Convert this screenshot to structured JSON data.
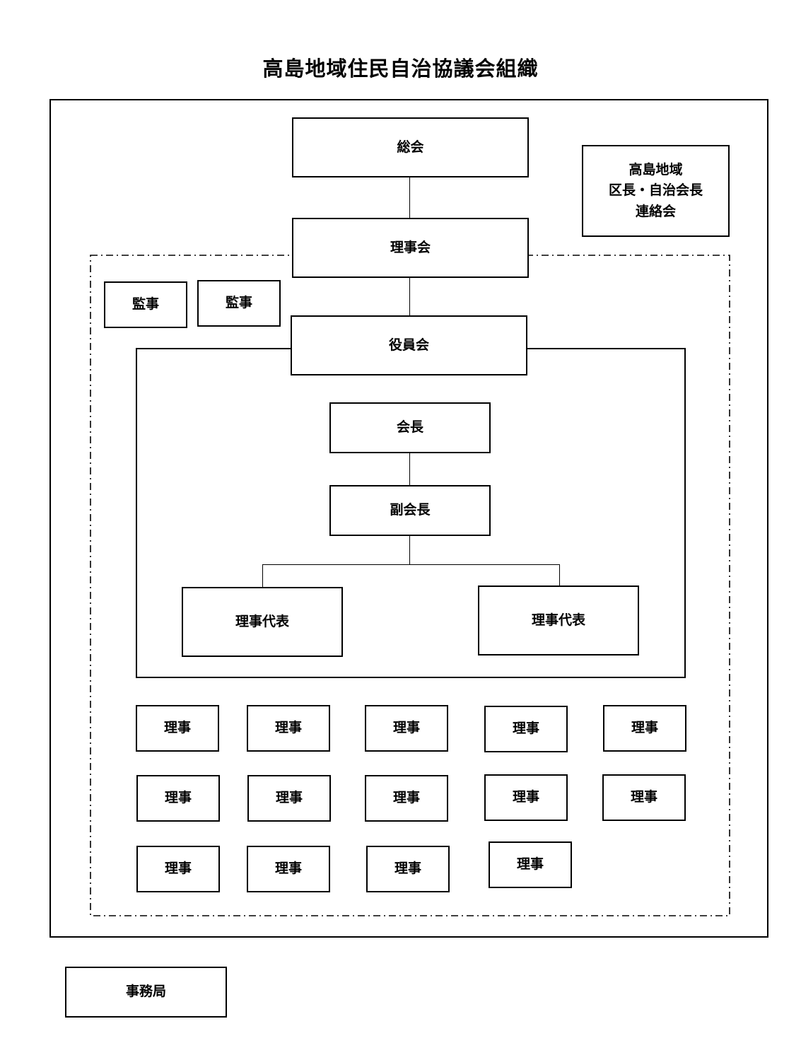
{
  "title": "高島地域住民自治協議会組織",
  "nodes": {
    "general_assembly": "総会",
    "liaison": "高島地域\n区長・自治会長\n連絡会",
    "board": "理事会",
    "auditor_1": "監事",
    "auditor_2": "監事",
    "officers": "役員会",
    "chair": "会長",
    "vice_chair": "副会長",
    "rep_left": "理事代表",
    "rep_right": "理事代表",
    "secretariat": "事務局"
  },
  "directors": [
    "理事",
    "理事",
    "理事",
    "理事",
    "理事",
    "理事",
    "理事",
    "理事",
    "理事",
    "理事",
    "理事",
    "理事",
    "理事",
    "理事"
  ]
}
